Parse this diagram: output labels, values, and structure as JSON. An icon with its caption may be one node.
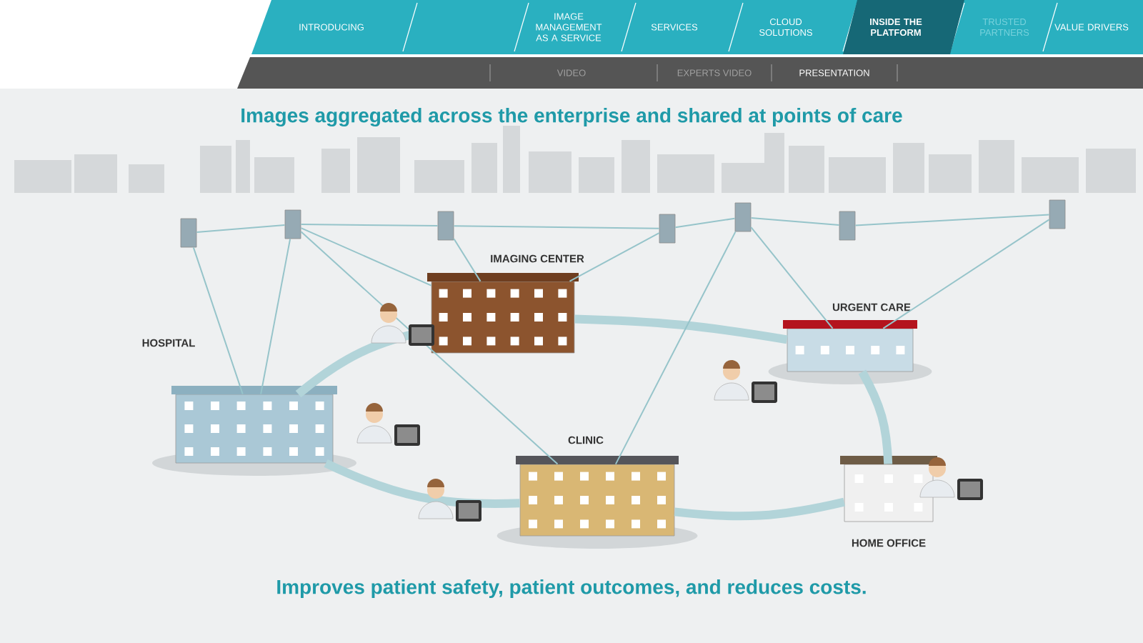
{
  "diagram": {
    "title": "Images aggregated across the enterprise and shared at points of care",
    "caption": "Improves patient safety, patient outcomes, and reduces costs.",
    "nodes": [
      {
        "text": [
          "HOSPITAL"
        ]
      },
      {
        "text": [
          "IMAGING CENTER"
        ]
      },
      {
        "text": [
          "URGENT CARE"
        ]
      },
      {
        "text": [
          "CLINIC"
        ]
      },
      {
        "text": [
          "HOME OFFICE"
        ]
      },
      {
        "text": [],
        "shape": "box"
      },
      {
        "text": [],
        "shape": "box"
      },
      {
        "text": [],
        "shape": "box"
      },
      {
        "text": [],
        "shape": "box"
      },
      {
        "text": [],
        "shape": "box"
      },
      {
        "text": [],
        "shape": "box"
      },
      {
        "text": [],
        "shape": "box"
      }
    ],
    "edges": [
      {
        "from": 0,
        "to": 1,
        "arrow": "none",
        "style": "thick"
      },
      {
        "from": 1,
        "to": 2,
        "arrow": "none",
        "style": "thick"
      },
      {
        "from": 2,
        "to": 4,
        "arrow": "none",
        "style": "thick"
      },
      {
        "from": 4,
        "to": 3,
        "arrow": "none",
        "style": "thick"
      },
      {
        "from": 3,
        "to": 0,
        "arrow": "none",
        "style": "thick"
      },
      {
        "from": 5,
        "to": 6,
        "arrow": "none"
      },
      {
        "from": 6,
        "to": 7,
        "arrow": "none"
      },
      {
        "from": 7,
        "to": 8,
        "arrow": "none"
      },
      {
        "from": 8,
        "to": 9,
        "arrow": "none"
      },
      {
        "from": 9,
        "to": 10,
        "arrow": "none"
      },
      {
        "from": 10,
        "to": 11,
        "arrow": "none"
      },
      {
        "from": 5,
        "to": 0,
        "arrow": "none"
      },
      {
        "from": 6,
        "to": 0,
        "arrow": "none"
      },
      {
        "from": 6,
        "to": 3,
        "arrow": "none"
      },
      {
        "from": 6,
        "to": 1,
        "arrow": "none"
      },
      {
        "from": 7,
        "to": 1,
        "arrow": "none"
      },
      {
        "from": 8,
        "to": 1,
        "arrow": "none"
      },
      {
        "from": 9,
        "to": 2,
        "arrow": "none"
      },
      {
        "from": 9,
        "to": 3,
        "arrow": "none"
      },
      {
        "from": 11,
        "to": 2,
        "arrow": "none"
      }
    ],
    "labels": [
      "INTRODUCING",
      "IMAGE MANAGEMENT AS A SERVICE",
      "SERVICES",
      "CLOUD SOLUTIONS",
      "INSIDE THE PLATFORM",
      "TRUSTED PARTNERS",
      "VALUE DRIVERS",
      "VIDEO",
      "EXPERTS VIDEO",
      "PRESENTATION"
    ]
  }
}
